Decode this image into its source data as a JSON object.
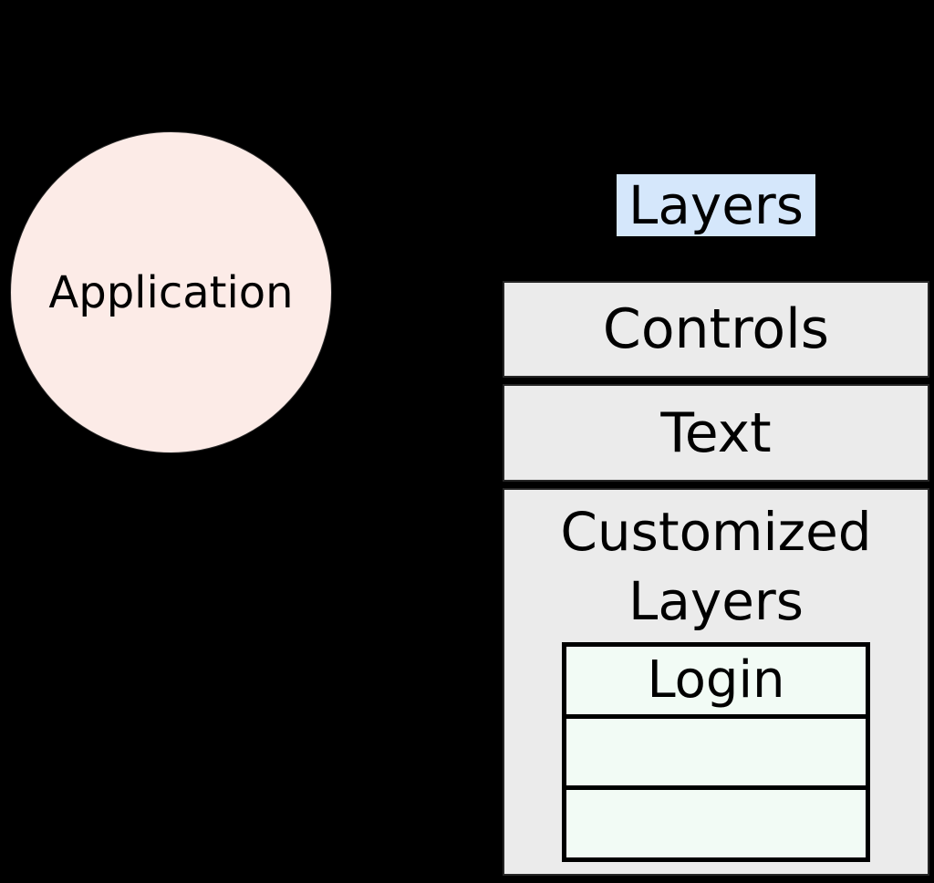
{
  "title": "Application layers diagram",
  "colors": {
    "background": "#000000",
    "text": "#000000",
    "border": "#262626",
    "circle_fill": "#fcebe7",
    "label_fill": "#d5e7fb",
    "box_fill": "#ebebeb",
    "inner_fill": "#f2fbf5"
  },
  "application": {
    "label": "Application"
  },
  "stack": {
    "title": "Layers",
    "sections": [
      {
        "label": "Controls"
      },
      {
        "label": "Text"
      },
      {
        "label": "Customized Layers",
        "rows": [
          {
            "label": "Login"
          },
          {
            "label": ""
          },
          {
            "label": ""
          }
        ]
      }
    ]
  }
}
